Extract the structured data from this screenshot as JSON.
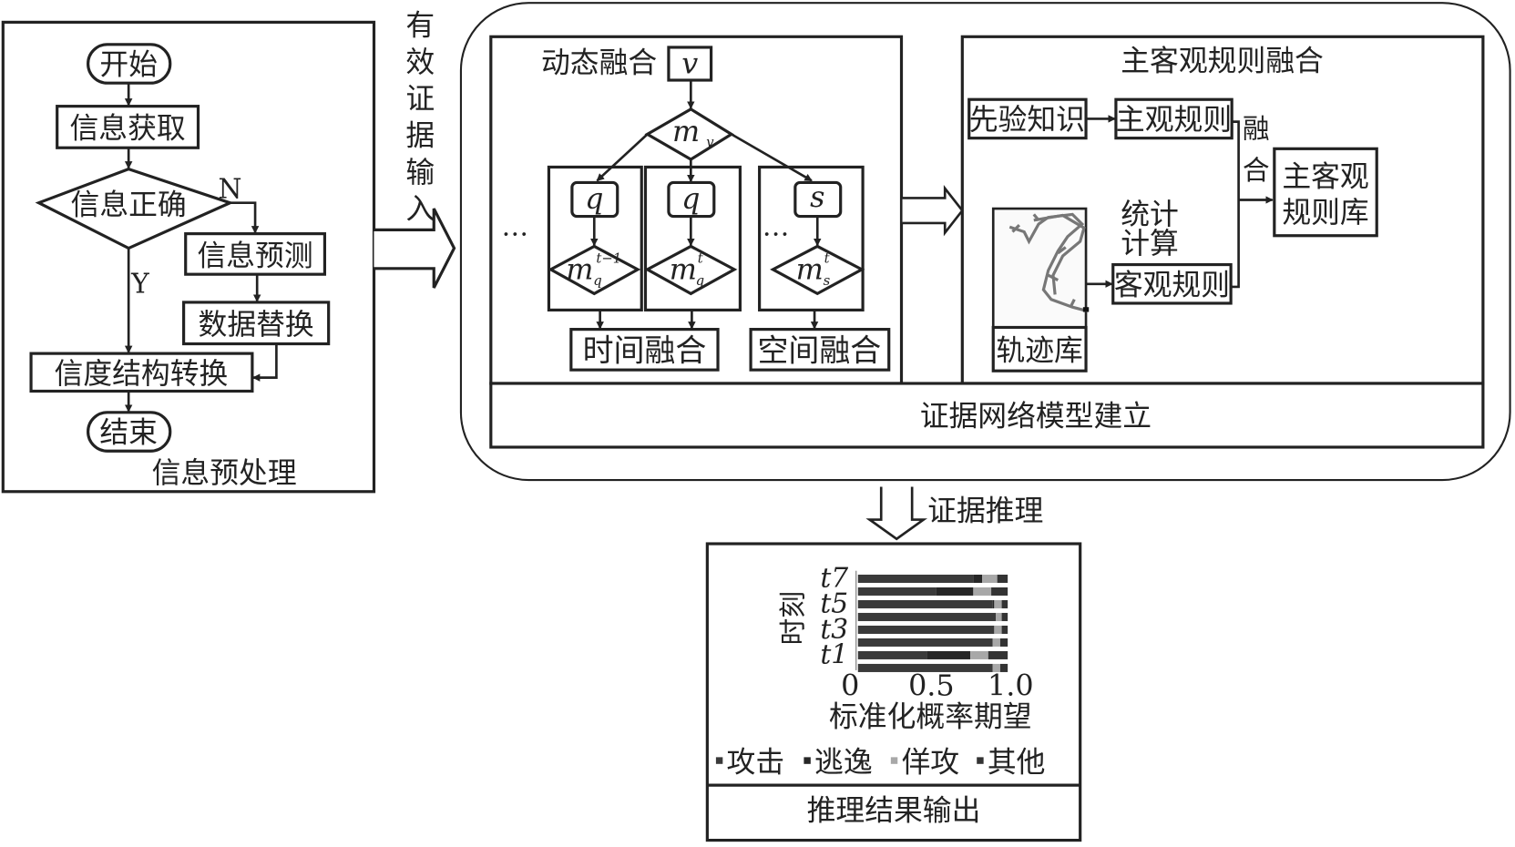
{
  "preprocess": {
    "title": "信息预处理",
    "start": "开始",
    "acquire": "信息获取",
    "check": "信息正确",
    "no": "N",
    "yes": "Y",
    "predict": "信息预测",
    "replace": "数据替换",
    "convert": "信度结构转换",
    "end": "结束"
  },
  "evidence_input": "有效证据输入",
  "dynamic": {
    "title": "动态融合",
    "v": "v",
    "mv": "m",
    "mv_sub": "v",
    "q1": "q",
    "q2": "q",
    "s": "s",
    "m": "m",
    "m1_sup": "t−1",
    "m1_sub": "q",
    "m2_sup": "t",
    "m2_sub": "q",
    "m3_sup": "t",
    "m3_sub": "s",
    "ellipsis": "…",
    "temporal": "时间融合",
    "spatial": "空间融合"
  },
  "rules": {
    "title": "主客观规则融合",
    "prior": "先验知识",
    "subjective": "主观规则",
    "objective": "客观规则",
    "trajectory_db": "轨迹库",
    "stat1": "统计",
    "stat2": "计算",
    "fuse1": "融",
    "fuse2": "合",
    "rulebase1": "主客观",
    "rulebase2": "规则库"
  },
  "network": "证据网络模型建立",
  "reasoning": "证据推理",
  "output_title": "推理结果输出",
  "chart_data": {
    "type": "bar",
    "orientation": "horizontal",
    "stacked": true,
    "ylabel": "时刻",
    "xlabel": "标准化概率期望",
    "xlim": [
      0,
      1.0
    ],
    "xticks": [
      "0",
      "0.5",
      "1.0"
    ],
    "categories": [
      "t7",
      "",
      "t5",
      "",
      "t3",
      "",
      "t1",
      ""
    ],
    "series": [
      {
        "name": "攻击",
        "color": "#3a3a3a",
        "values": [
          0.77,
          0.52,
          0.9,
          0.92,
          0.91,
          0.9,
          0.46,
          0.9
        ]
      },
      {
        "name": "逃逸",
        "color": "#262626",
        "values": [
          0.06,
          0.25,
          0.01,
          0.0,
          0.0,
          0.0,
          0.29,
          0.0
        ]
      },
      {
        "name": "佯攻",
        "color": "#a8a8a8",
        "values": [
          0.1,
          0.12,
          0.05,
          0.04,
          0.05,
          0.05,
          0.12,
          0.05
        ]
      },
      {
        "name": "其他",
        "color": "#333333",
        "values": [
          0.07,
          0.11,
          0.04,
          0.04,
          0.04,
          0.05,
          0.13,
          0.05
        ]
      }
    ]
  }
}
